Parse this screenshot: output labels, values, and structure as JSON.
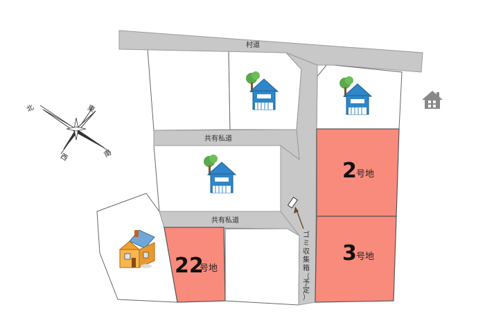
{
  "roads": {
    "village_road": "村道",
    "shared_private_road_1": "共有私道",
    "shared_private_road_2": "共有私道"
  },
  "lots": [
    {
      "number": "2",
      "suffix": "号地"
    },
    {
      "number": "3",
      "suffix": "号地"
    },
    {
      "number": "22",
      "suffix": "号地"
    }
  ],
  "garbage_note": [
    "ゴ",
    "ミ",
    "収",
    "集",
    "箱",
    "（",
    "予",
    "定",
    "）"
  ],
  "compass": {
    "north": "北",
    "east": "東",
    "west": "西",
    "south": "南"
  },
  "colors": {
    "road": "#c8c8c8",
    "lot_highlight": "#f98b7c",
    "lot_outline": "#555555",
    "house_blue": "#2f86c8",
    "tree_green": "#5aa84a"
  },
  "icons": [
    "house-with-tree-icon",
    "house-with-tree-icon",
    "house-with-tree-icon",
    "orange-house-icon",
    "gray-house-icon",
    "compass-rose-icon"
  ]
}
